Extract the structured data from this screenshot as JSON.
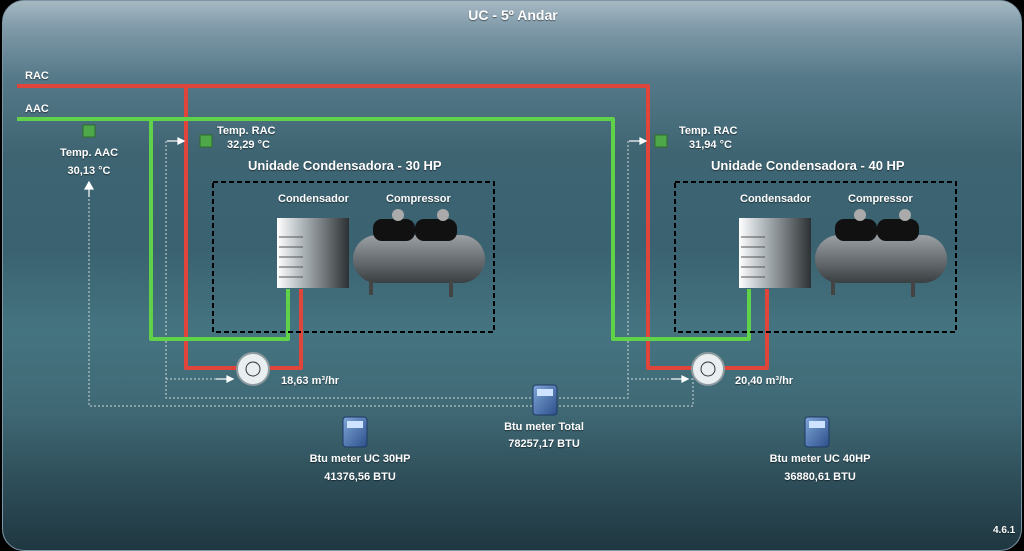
{
  "header": {
    "title": "UC - 5º Andar"
  },
  "lines": {
    "rac_label": "RAC",
    "aac_label": "AAC"
  },
  "sensors": {
    "temp_aac": {
      "label": "Temp. AAC",
      "value": "30,13 °C"
    },
    "temp_rac_30": {
      "label": "Temp. RAC",
      "value": "32,29 °C"
    },
    "temp_rac_40": {
      "label": "Temp. RAC",
      "value": "31,94 °C"
    }
  },
  "units": [
    {
      "title": "Unidade Condensadora - 30 HP",
      "condensador": "Condensador",
      "compressor": "Compressor",
      "flow": "18,63 m³/hr"
    },
    {
      "title": "Unidade Condensadora - 40 HP",
      "condensador": "Condensador",
      "compressor": "Compressor",
      "flow": "20,40 m³/hr"
    }
  ],
  "meters": {
    "uc30": {
      "label": "Btu meter UC 30HP",
      "value": "41376,56 BTU"
    },
    "total": {
      "label": "Btu meter Total",
      "value": "78257,17 BTU"
    },
    "uc40": {
      "label": "Btu meter UC 40HP",
      "value": "36880,61 BTU"
    }
  },
  "footer": {
    "version": "4.6.1"
  },
  "colors": {
    "rac": "#e0453c",
    "aac": "#5fd24a",
    "dashed": "#cfd8dc"
  },
  "icons": [
    "sensor-cube-icon",
    "flow-meter-icon",
    "btu-meter-icon",
    "condenser-icon",
    "compressor-icon",
    "arrow-up-icon",
    "arrow-right-icon"
  ]
}
